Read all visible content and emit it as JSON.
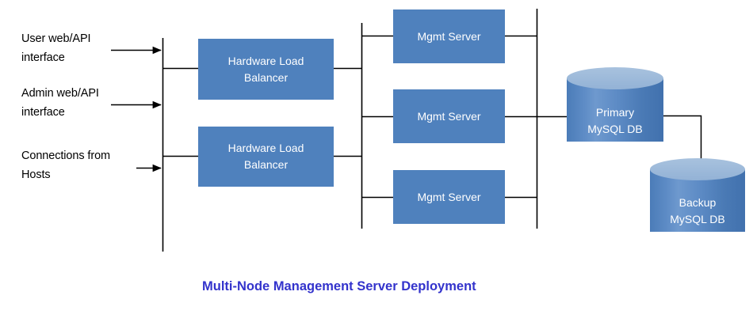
{
  "diagram": {
    "title": "Multi-Node Management Server Deployment",
    "title_color": "#3333cc",
    "box_color": "#4f81bd",
    "cylinder_top_color": "#95b3d7",
    "line_color": "#000000",
    "background": "#ffffff"
  },
  "inputs": [
    {
      "label": "User web/API\ninterface"
    },
    {
      "label": "Admin web/API\ninterface"
    },
    {
      "label": "Connections from\nHosts"
    }
  ],
  "load_balancers": [
    {
      "label": "Hardware Load\nBalancer"
    },
    {
      "label": "Hardware Load\nBalancer"
    }
  ],
  "mgmt_servers": [
    {
      "label": "Mgmt Server"
    },
    {
      "label": "Mgmt Server"
    },
    {
      "label": "Mgmt Server"
    }
  ],
  "databases": [
    {
      "label": "Primary\nMySQL DB"
    },
    {
      "label": "Backup\nMySQL DB"
    }
  ]
}
